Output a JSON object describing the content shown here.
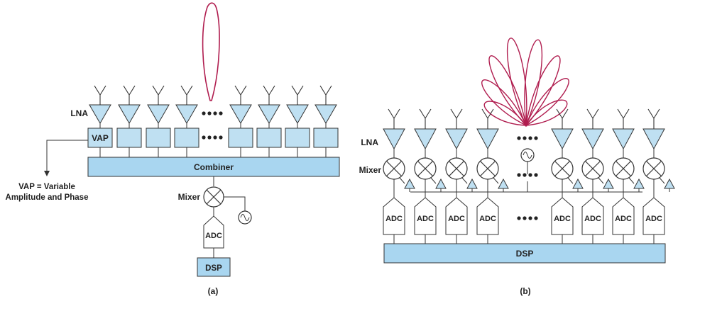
{
  "colors": {
    "fill": "#bfe0f2",
    "bar": "#a9d6f0",
    "stroke": "#333333",
    "lobe": "#b01d4f"
  },
  "panel_a": {
    "lna_label": "LNA",
    "vap_label": "VAP",
    "combiner_label": "Combiner",
    "mixer_label": "Mixer",
    "adc_label": "ADC",
    "dsp_label": "DSP",
    "note_line1": "VAP = Variable",
    "note_line2": "Amplitude and Phase",
    "caption": "(a)"
  },
  "panel_b": {
    "lna_label": "LNA",
    "mixer_label": "Mixer",
    "adc_label": "ADC",
    "dsp_label": "DSP",
    "caption": "(b)"
  }
}
